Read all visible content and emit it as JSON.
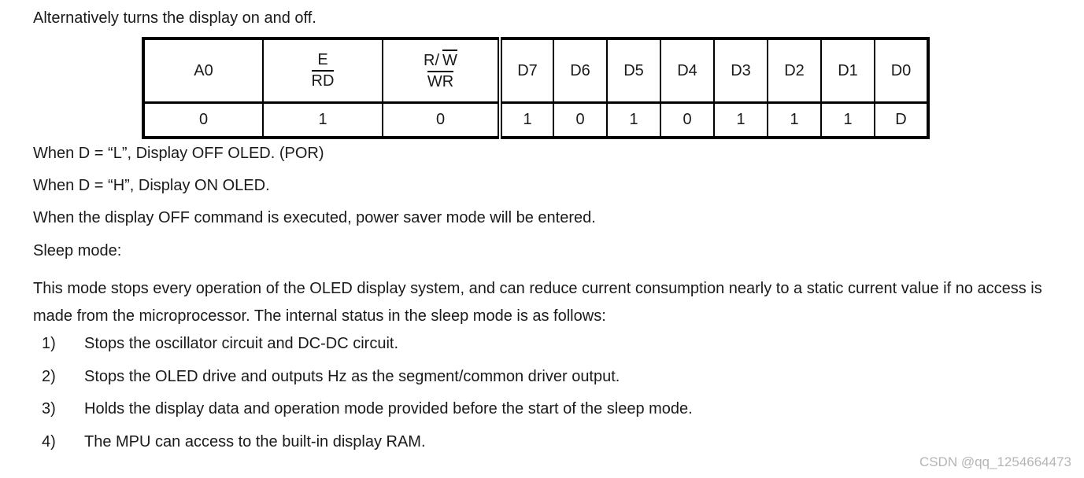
{
  "page": {
    "intro": "Alternatively turns the display on and off."
  },
  "table": {
    "col1_label": "A0",
    "col2_top": "E",
    "col2_bottom": "RD",
    "col3_top_prefix": "R/",
    "col3_top_overline": "W",
    "col3_bottom": "WR",
    "data_bit_headers": [
      "D7",
      "D6",
      "D5",
      "D4",
      "D3",
      "D2",
      "D1",
      "D0"
    ],
    "row_values": [
      "0",
      "1",
      "0",
      "1",
      "0",
      "1",
      "0",
      "1",
      "1",
      "1",
      "D"
    ]
  },
  "notes": {
    "line1": "When D = “L”, Display OFF OLED. (POR)",
    "line2": "When D = “H”, Display ON OLED.",
    "line3": "When the display OFF command is executed, power saver mode will be entered."
  },
  "sleep": {
    "heading": "Sleep mode:",
    "paragraph": "This mode stops every operation of the OLED display system, and can reduce current consumption nearly to a static current value if no access is made from the microprocessor. The internal status in the sleep mode is as follows:"
  },
  "list": {
    "items": [
      {
        "num": "1)",
        "text": "Stops the oscillator circuit and DC-DC circuit."
      },
      {
        "num": "2)",
        "text": "Stops the OLED drive and outputs Hz as the segment/common driver output."
      },
      {
        "num": "3)",
        "text": "Holds the display data and operation mode provided before the start of the sleep mode."
      },
      {
        "num": "4)",
        "text": "The MPU can access to the built-in display RAM."
      }
    ]
  },
  "watermark": {
    "text": "CSDN @qq_1254664473",
    "color": "#b5b5b5"
  }
}
